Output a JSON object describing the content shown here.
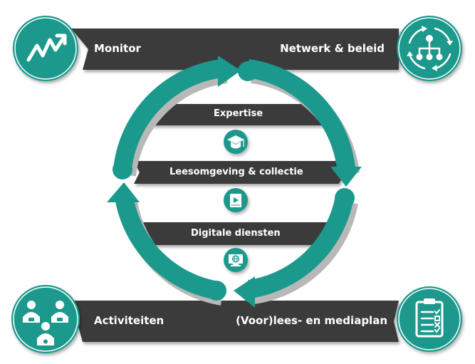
{
  "corners": {
    "top_left": {
      "label": "Monitor",
      "icon": "chart-trend-icon"
    },
    "top_right": {
      "label": "Netwerk & beleid",
      "icon": "network-cycle-icon"
    },
    "bottom_left": {
      "label": "Activiteiten",
      "icon": "people-activity-icon"
    },
    "bottom_right": {
      "label": "(Voor)lees- en mediaplan",
      "icon": "checklist-icon"
    }
  },
  "center": [
    {
      "label": "Expertise",
      "icon": "graduation-cap-icon"
    },
    {
      "label": "Leesomgeving & collectie",
      "icon": "book-media-icon"
    },
    {
      "label": "Digitale diensten",
      "icon": "computer-globe-icon"
    }
  ],
  "colors": {
    "teal": "#1a998c",
    "teal_dark": "#137a70",
    "bar": "#3b3b3b",
    "shadow": "#b8b8b8"
  }
}
